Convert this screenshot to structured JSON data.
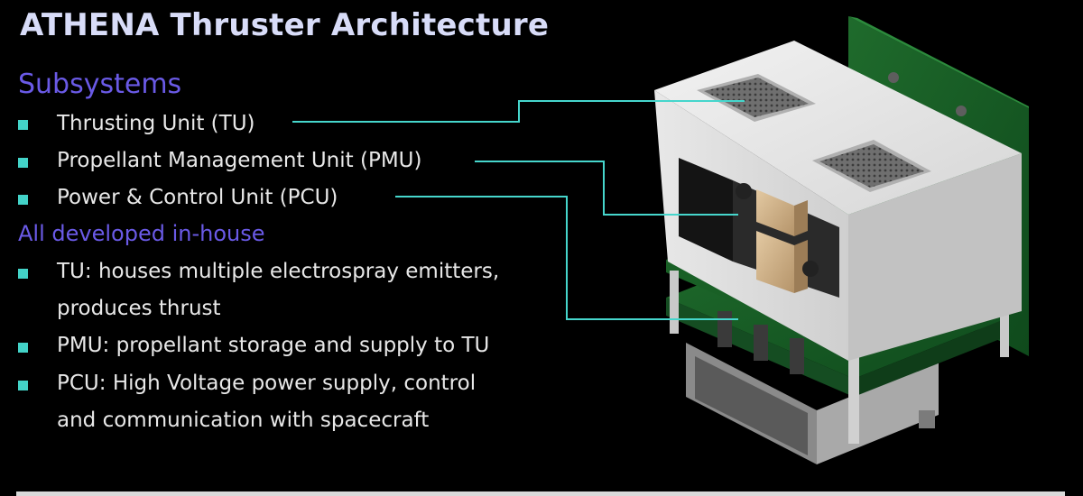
{
  "title": "ATHENA Thruster Architecture",
  "subsystems_heading": "Subsystems",
  "subsystems": [
    "Thrusting Unit (TU)",
    "Propellant Management Unit (PMU)",
    "Power & Control Unit (PCU)"
  ],
  "inhouse_heading": "All developed in-house",
  "details": [
    {
      "line1": "TU: houses multiple electrospray emitters,",
      "line2": "produces thrust"
    },
    {
      "line1": "PMU: propellant storage and supply to TU",
      "line2": ""
    },
    {
      "line1": "PCU: High Voltage power supply, control",
      "line2": "and communication with spacecraft"
    }
  ],
  "colors": {
    "background": "#000000",
    "title": "#d8dcf8",
    "heading": "#6a5ae6",
    "bullet": "#43d3c8",
    "callout_line": "#46d6cc",
    "text": "#e8e8e8"
  }
}
